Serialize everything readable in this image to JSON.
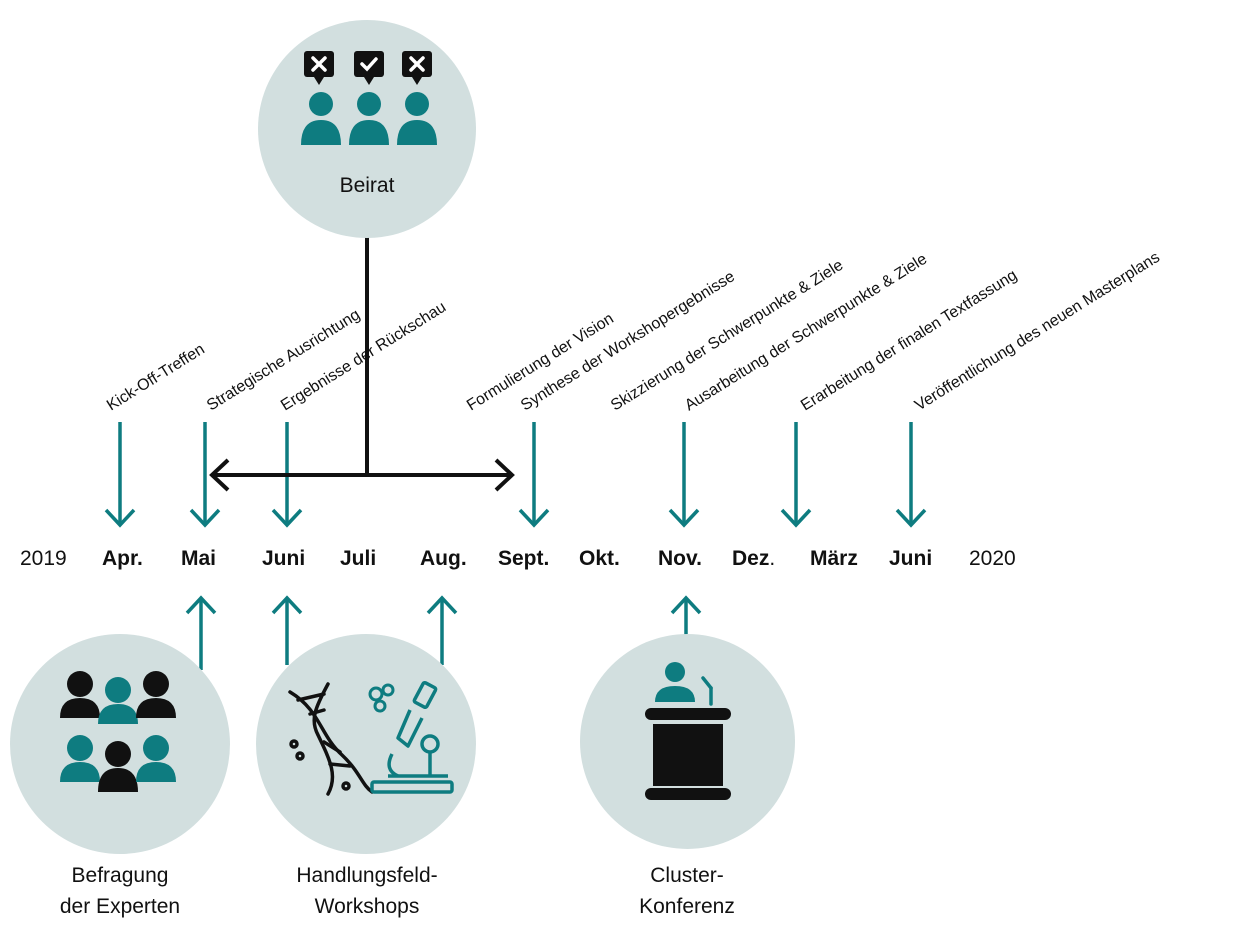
{
  "colors": {
    "teal": "#0e7c80",
    "circle": "#d2dfdf",
    "black": "#111111"
  },
  "timeline": {
    "year_start": "2019",
    "year_end": "2020",
    "months": [
      "Apr.",
      "Mai",
      "Juni",
      "Juli",
      "Aug.",
      "Sept.",
      "Okt.",
      "Nov.",
      "Dez",
      "März",
      "Juni"
    ],
    "dez_suffix": "."
  },
  "milestones": [
    "Kick-Off-Treffen",
    "Strategische Ausrichtung",
    "Ergebnisse der Rückschau",
    "Formulierung der Vision",
    "Synthese der Workshopergebnisse",
    "Skizzierung der Schwerpunkte & Ziele",
    "Ausarbeitung der Schwerpunkte & Ziele",
    "Erarbeitung der finalen Textfassung",
    "Veröffentlichung des neuen Masterplans"
  ],
  "groups": {
    "beirat": {
      "label": "Beirat",
      "icon": "advisory-board-vote-icon"
    },
    "befragung": {
      "line1": "Befragung",
      "line2": "der Experten",
      "icon": "experts-group-icon"
    },
    "workshops": {
      "line1": "Handlungsfeld-",
      "line2": "Workshops",
      "icon": "dna-microscope-icon"
    },
    "konferenz": {
      "line1": "Cluster-",
      "line2": "Konferenz",
      "icon": "speaker-podium-icon"
    }
  }
}
